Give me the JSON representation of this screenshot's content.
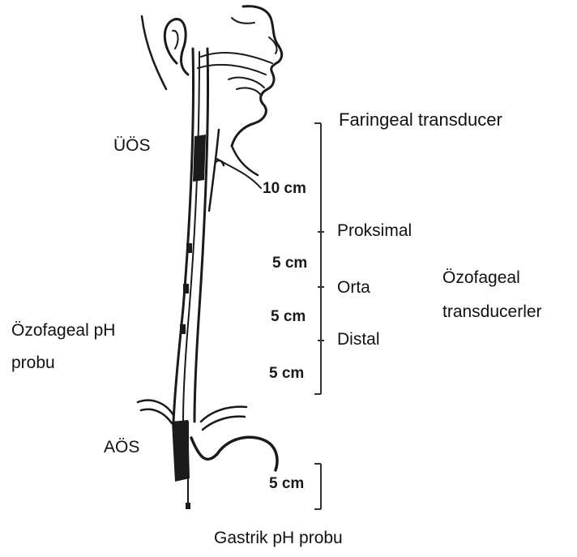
{
  "labels": {
    "faringeal": "Faringeal transducer",
    "uos": "ÜÖS",
    "proksimal": "Proksimal",
    "orta": "Orta",
    "distal": "Distal",
    "ozofageal_transducers": [
      "Özofageal",
      "transducerler"
    ],
    "ozofageal_ph": [
      "Özofageal pH",
      "probu"
    ],
    "aos": "AÖS",
    "gastrik": "Gastrik pH probu"
  },
  "scale": {
    "seg1": "10 cm",
    "seg2": "5 cm",
    "seg3": "5 cm",
    "seg4": "5 cm",
    "seg5": "5 cm"
  }
}
